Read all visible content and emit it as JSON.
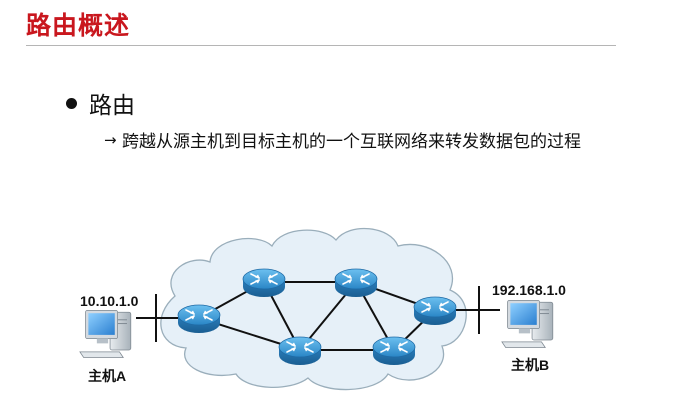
{
  "title": "路由概述",
  "bullet": "路由",
  "sub_arrow": "→",
  "sub_text": "跨越从源主机到目标主机的一个互联网络来转发数据包的过程",
  "left_network": "10.10.1.0",
  "right_network": "192.168.1.0",
  "host_a": "主机A",
  "host_b": "主机B",
  "colors": {
    "title": "#c9171e",
    "cloud_fill": "#e6f0f8",
    "cloud_stroke": "#9aaebb",
    "router": "#2f8fcf",
    "link": "#111111"
  },
  "icons": [
    "router-icon",
    "cloud-icon",
    "computer-icon"
  ]
}
